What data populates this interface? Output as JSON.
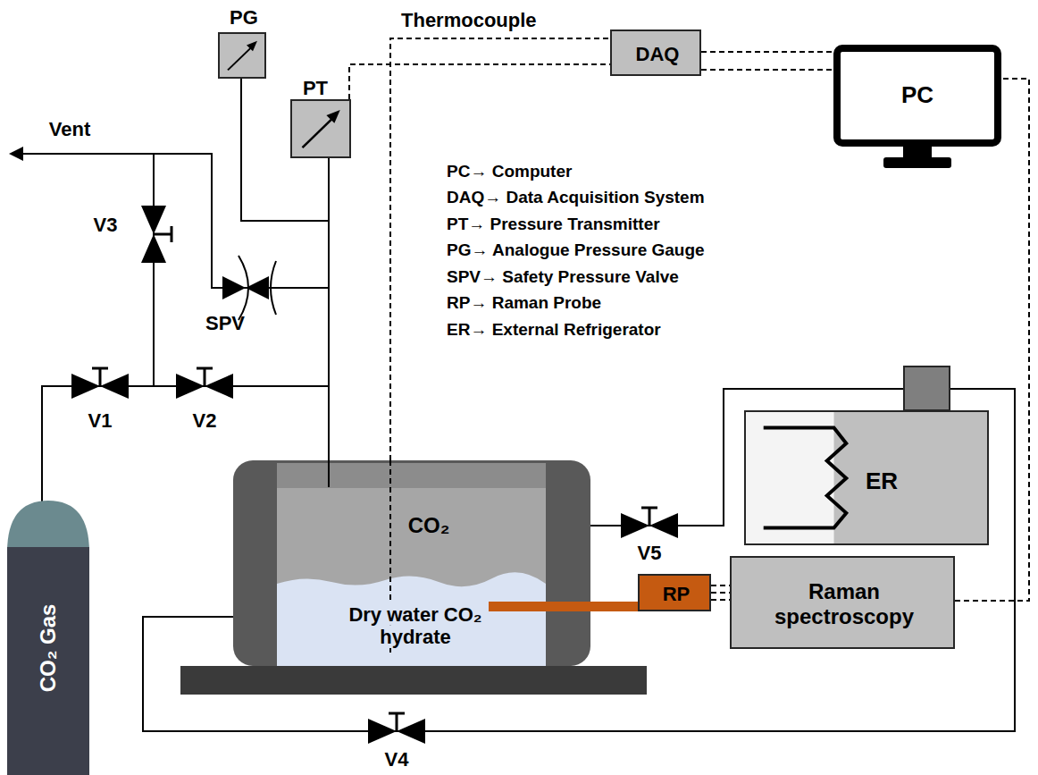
{
  "diagram": {
    "nodes": [
      {
        "text": [
          "PG"
        ]
      },
      {
        "text": [
          "PT"
        ]
      },
      {
        "text": [
          "DAQ"
        ]
      },
      {
        "text": [
          "PC"
        ]
      },
      {
        "text": [
          "CO₂",
          "Dry water CO₂ hydrate"
        ]
      },
      {
        "text": [
          "RP"
        ]
      },
      {
        "text": [
          "Raman spectroscopy"
        ]
      },
      {
        "text": [
          "ER"
        ]
      },
      {
        "text": [
          "CO₂ Gas"
        ]
      }
    ],
    "edges": [
      {
        "from": 1,
        "to": 2,
        "arrow": "none"
      },
      {
        "from": 4,
        "to": 2,
        "arrow": "none",
        "label": "Thermocouple"
      },
      {
        "from": 2,
        "to": 3,
        "arrow": "none"
      },
      {
        "from": 5,
        "to": 6,
        "arrow": "none"
      },
      {
        "from": 6,
        "to": 3,
        "arrow": "none"
      }
    ],
    "labels": [
      "Vent",
      "V3",
      "SPV",
      "V1",
      "V2",
      "V5",
      "V4",
      "PC→ Computer",
      "DAQ→ Data Acquisition System",
      "PT→ Pressure Transmitter",
      "PG→ Analogue Pressure Gauge",
      "SPV→ Safety Pressure Valve",
      "RP→ Raman Probe",
      "ER→ External Refrigerator"
    ]
  }
}
